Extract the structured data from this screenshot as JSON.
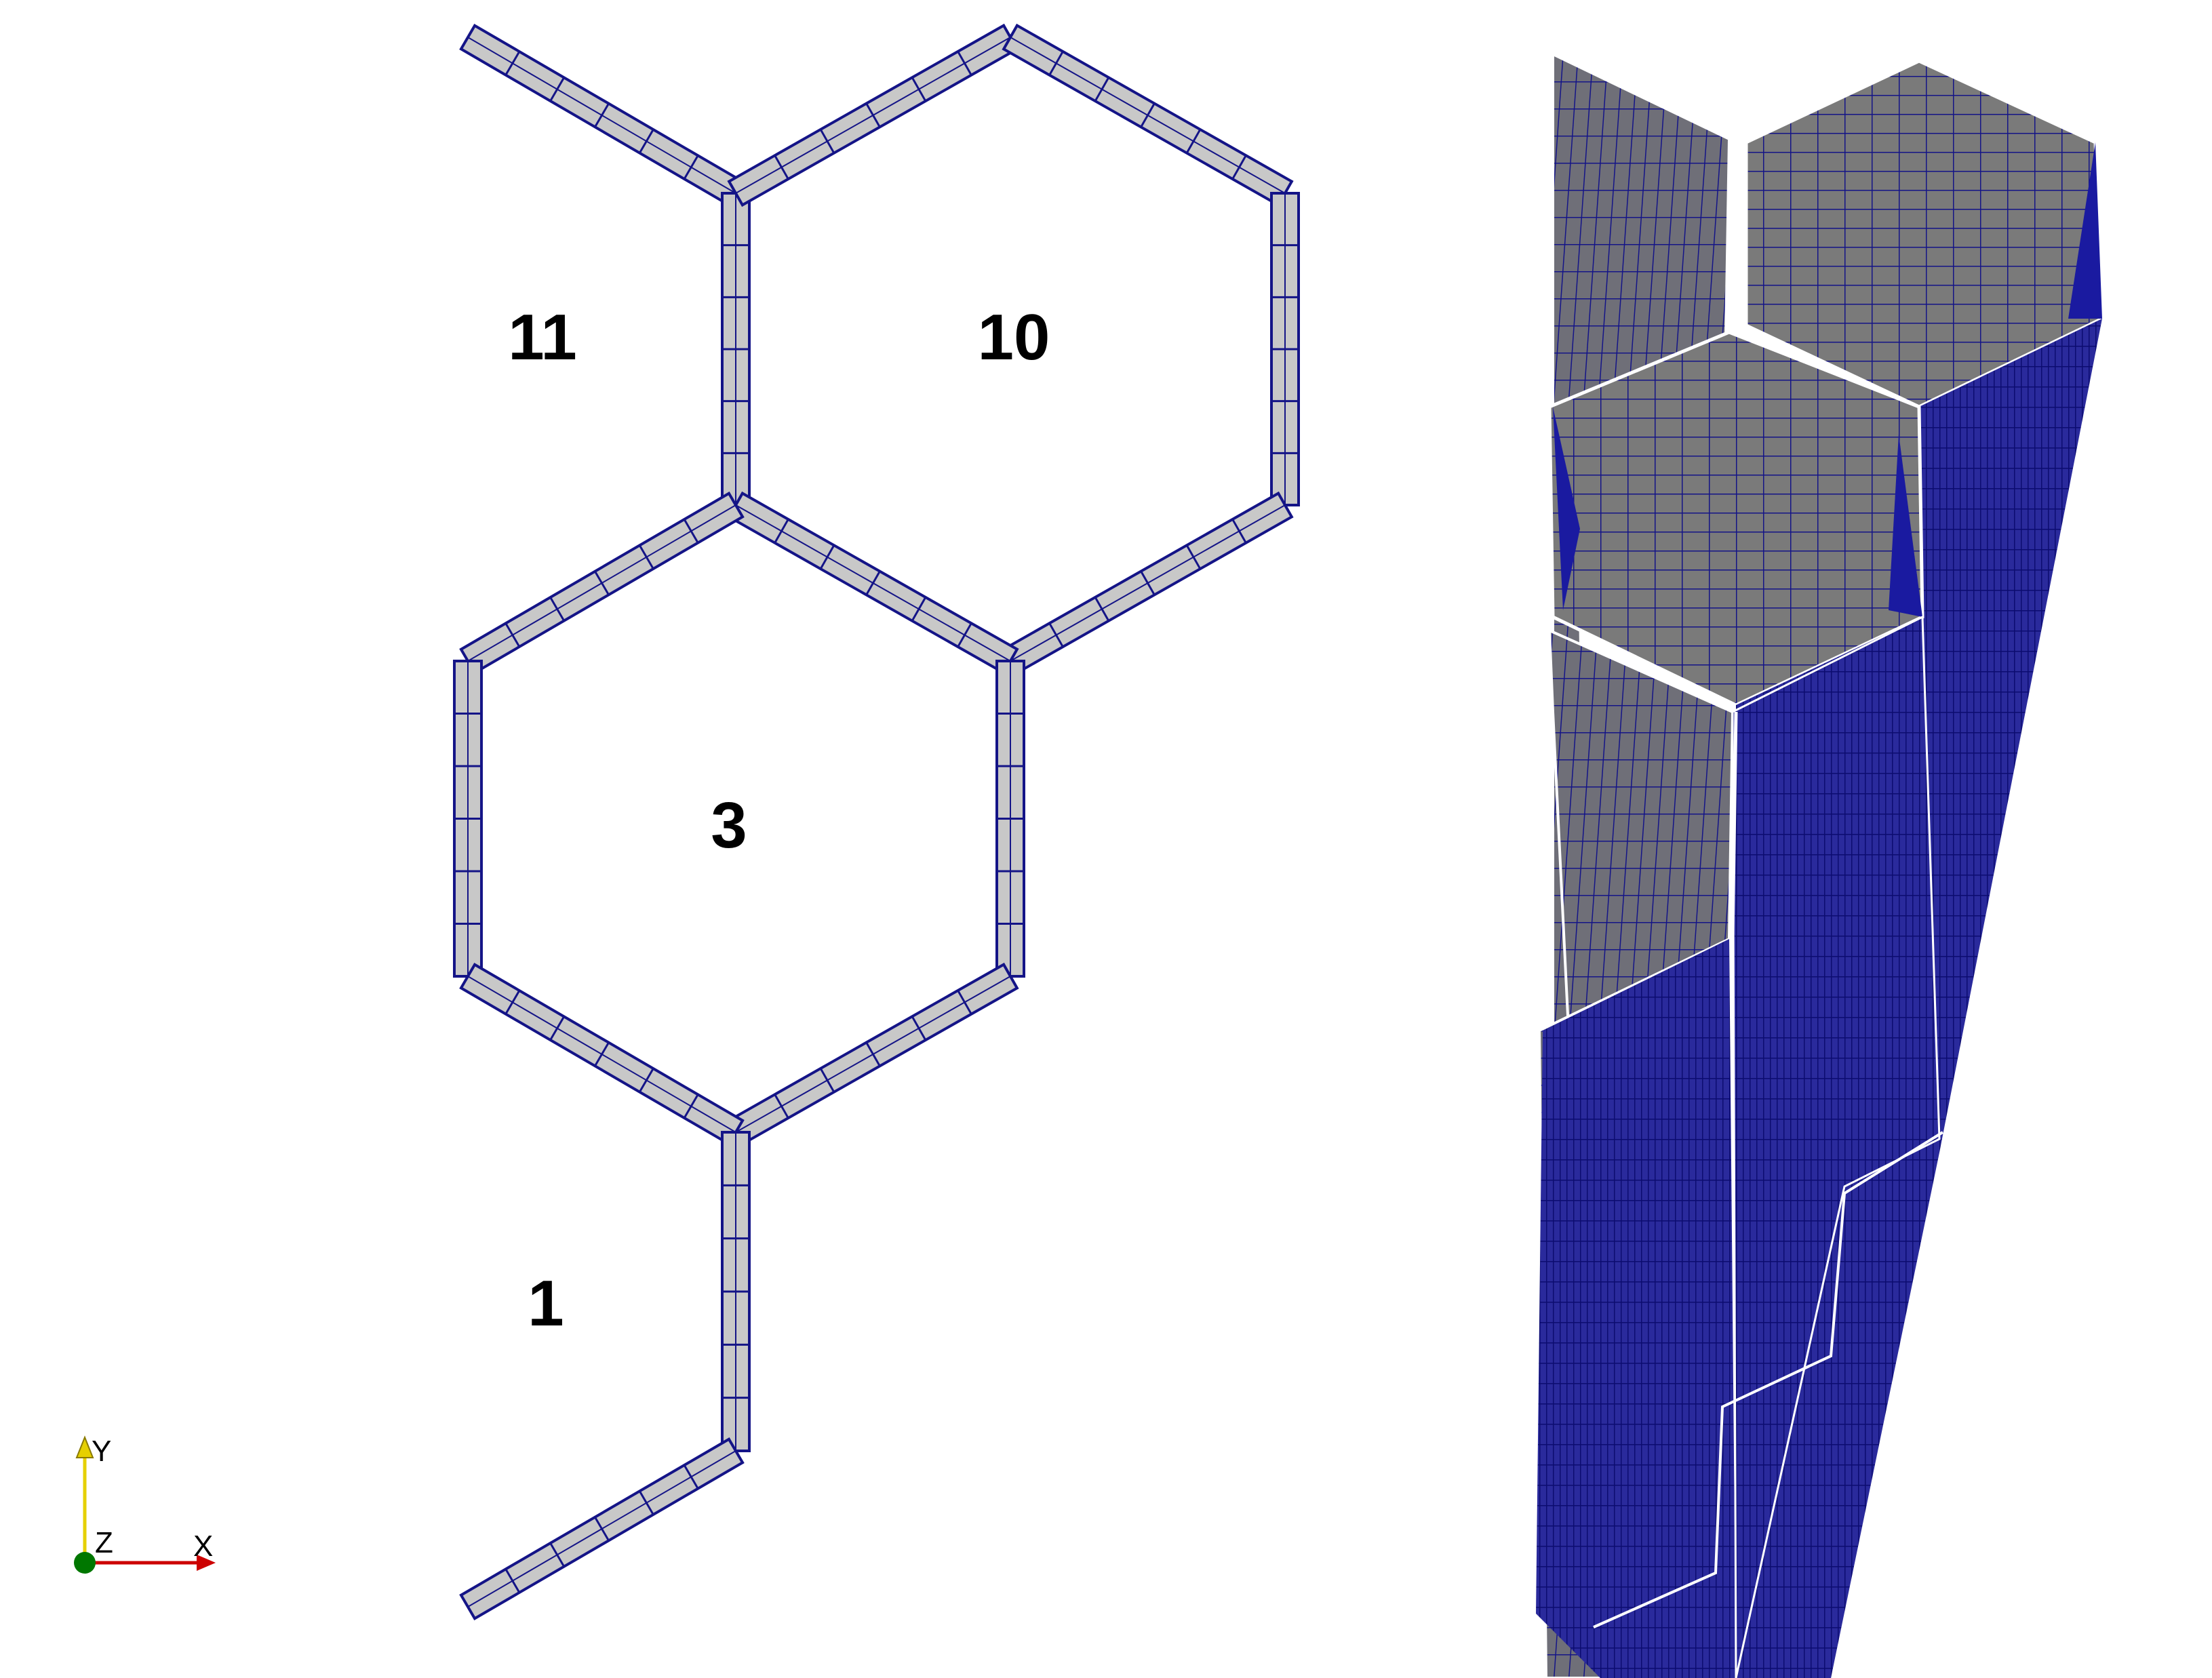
{
  "cells": [
    {
      "id": "cell-11",
      "label": "11"
    },
    {
      "id": "cell-10",
      "label": "10"
    },
    {
      "id": "cell-3",
      "label": "3"
    },
    {
      "id": "cell-1",
      "label": "1"
    }
  ],
  "axes": {
    "y_label": "Y",
    "z_label": "Z",
    "x_label": "X"
  },
  "colors": {
    "wall_fill": "#c8c8c8",
    "mesh_line": "#141487",
    "surface_3d": "#7a7a7a",
    "surface_3d_dark": "#1a1aa0",
    "axis_y": "#e6d000",
    "axis_x": "#cc0000",
    "axis_z": "#007700"
  }
}
